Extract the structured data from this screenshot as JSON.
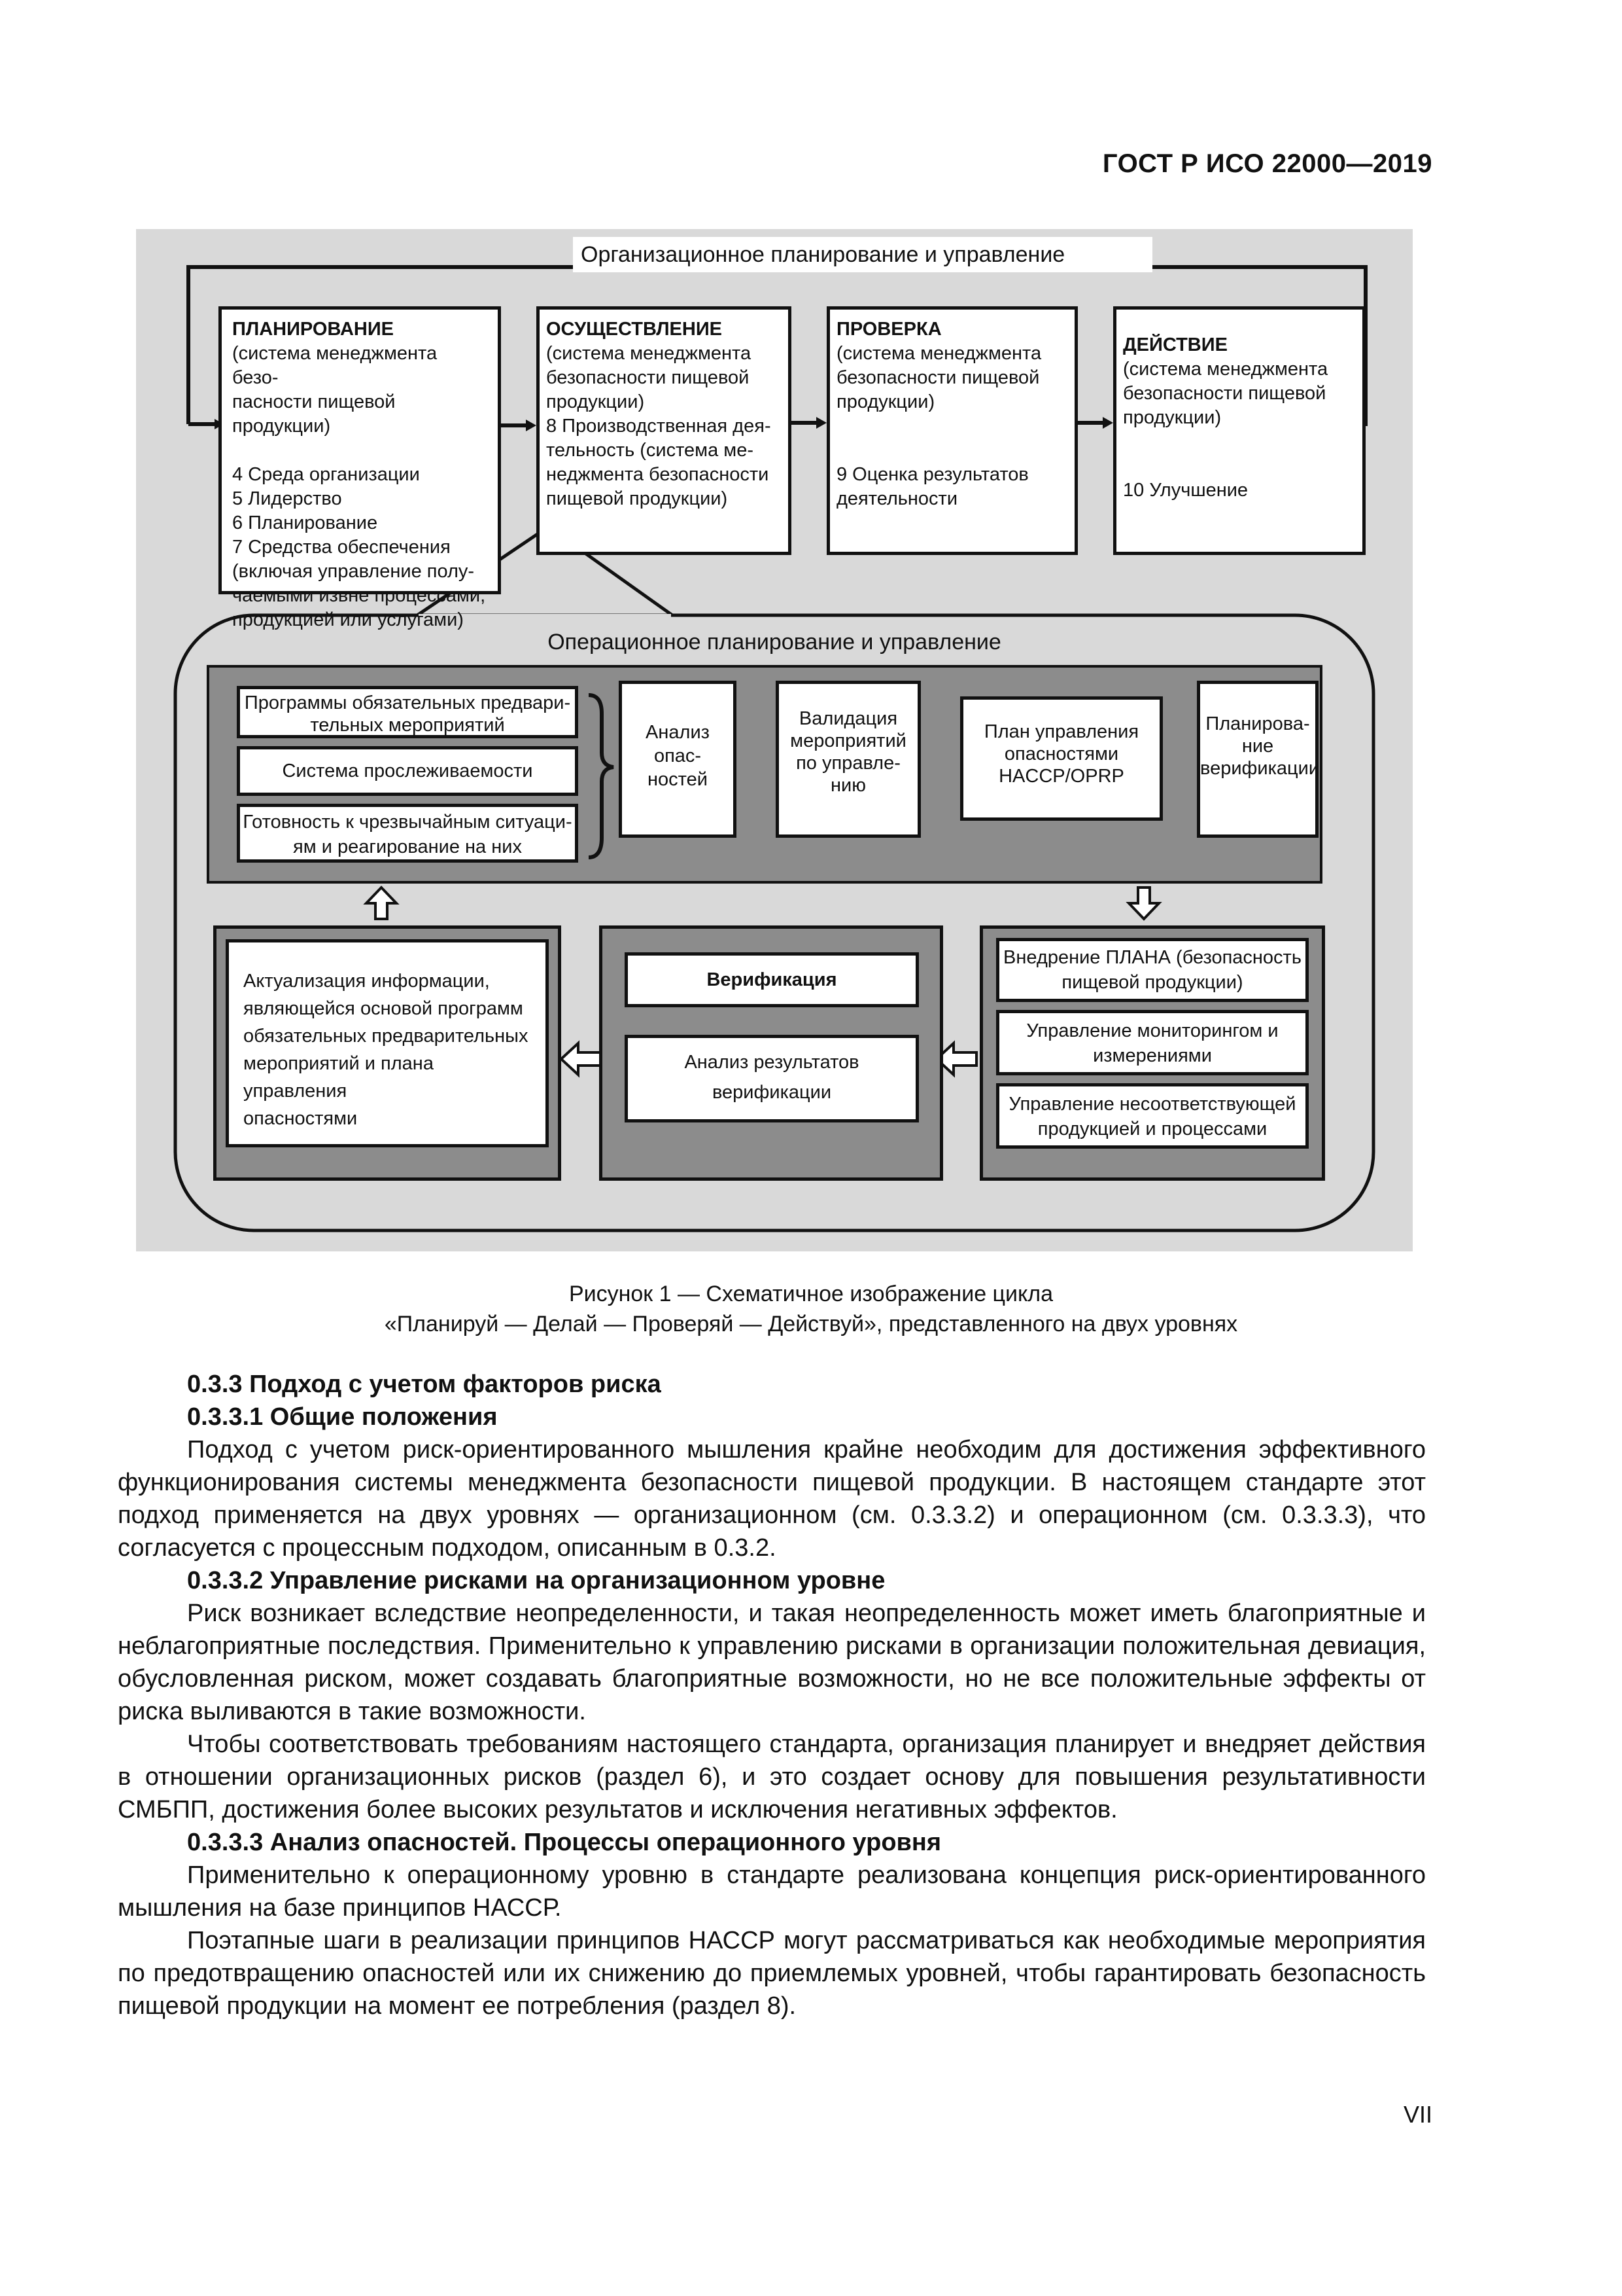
{
  "header": {
    "doc_id": "ГОСТ Р ИСО  22000—2019"
  },
  "figure": {
    "org_title": "Организационное планирование и управление",
    "plan": {
      "title": "ПЛАНИРОВАНИЕ",
      "lines": [
        " (система менеджмента безо-",
        "пасности пищевой продукции)",
        "",
        " 4  Среда организации",
        " 5  Лидерство",
        " 6  Планирование",
        " 7 Средства обеспечения",
        "(включая управление полу-",
        "чаемыми извне процессами,",
        "продукцией или услугами)"
      ]
    },
    "do": {
      "title": "ОСУЩЕСТВЛЕНИЕ",
      "lines": [
        " (система менеджмента",
        "безопасности пищевой",
        "продукции)",
        "8  Производственная дея-",
        "тельность (система ме-",
        "неджмента безопасности",
        "пищевой продукции)"
      ]
    },
    "check": {
      "title": "ПРОВЕРКА",
      "lines": [
        "(система менеджмента",
        "безопасности пищевой",
        "продукции)",
        "",
        "",
        "9  Оценка результатов",
        "деятельности"
      ]
    },
    "act": {
      "title": "ДЕЙСТВИЕ",
      "lines": [
        "(система менеджмента",
        "безопасности пищевой",
        "продукции)",
        "",
        "",
        "10  Улучшение"
      ]
    },
    "op_title": "Операционное планирование и управление",
    "prereq": [
      "Программы обязательных предвари-\nтельных мероприятий",
      "Система прослеживаемости",
      "Готовность к чрезвычайным ситуаци-\nям и реагирование на них"
    ],
    "hazard_analysis": "Анализ опас-\nностей",
    "validation": "Валидация\nмероприятий\nпо управле-\nнию",
    "haccp_plan": "План управления\nопасностями\nHACCP/OPRP",
    "verification_planning": "Планирова-\nние\nверификации",
    "update": "Актуализация информации,\nявляющейся основой программ\nобязательных предварительных\nмероприятий и плана управления\nопасностями",
    "verification": "Верификация",
    "verification_analysis": "Анализ результатов\nверификации",
    "implementation": "Внедрение ПЛАНА (безопасность\nпищевой продукции)",
    "monitoring": "Управление мониторингом и\nизмерениями",
    "nonconforming": "Управление несоответствующей\nпродукцией и процессами"
  },
  "caption": {
    "line1": "Рисунок 1 — Схематичное изображение цикла",
    "line2": "«Планируй — Делай — Проверяй — Действуй», представленного на двух уровнях"
  },
  "body": {
    "h1": "0.3.3 Подход с учетом факторов риска",
    "h2": "0.3.3.1 Общие положения",
    "p1": "Подход с учетом риск-ориентированного мышления крайне необходим для достижения эффективного функционирования системы менеджмента безопасности пищевой продукции. В настоящем стандарте этот подход применяется на двух уровнях — организационном (см. 0.3.3.2) и операционном (см. 0.3.3.3), что согласуется с процессным подходом, описанным в 0.3.2.",
    "h3": "0.3.3.2 Управление рисками на организационном уровне",
    "p2": "Риск возникает вследствие неопределенности, и такая неопределенность может иметь благоприятные и неблагоприятные последствия. Применительно к управлению рисками в организации положительная девиация, обусловленная риском, может создавать благоприятные возможности, но не все положительные эффекты от риска выливаются в такие возможности.",
    "p3": "Чтобы соответствовать требованиям настоящего стандарта, организация планирует и внедряет действия в отношении организационных рисков (раздел 6), и это создает основу для повышения результативности СМБПП, достижения более высоких результатов и исключения негативных эффектов.",
    "h4": "0.3.3.3 Анализ опасностей. Процессы операционного уровня",
    "p4": "Применительно к операционному уровню в стандарте реализована концепция риск-ориентированного мышления на базе принципов НАССР.",
    "p5": "Поэтапные шаги в реализации принципов НАССР могут рассматриваться как необходимые мероприятия по предотвращению опасностей или их снижению до приемлемых уровней, чтобы гарантировать безопасность пищевой продукции на момент ее потребления (раздел 8)."
  },
  "footer": {
    "page": "VII"
  }
}
